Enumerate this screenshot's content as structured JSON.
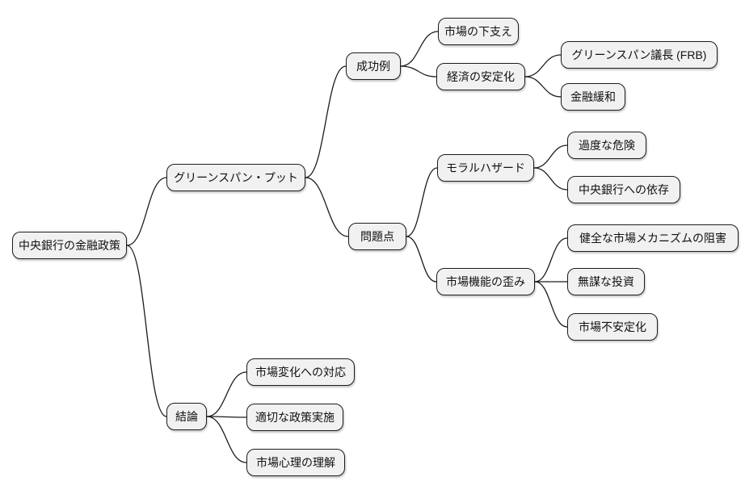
{
  "diagram": {
    "type": "mindmap",
    "colors": {
      "background": "#ffffff",
      "node_fill": "#f1f1f1",
      "node_border": "#1c1c1c",
      "edge": "#1c1c1c",
      "text": "#111111"
    },
    "tree": {
      "label": "中央銀行の金融政策",
      "children": [
        {
          "label": "グリーンスパン・プット",
          "children": [
            {
              "label": "成功例",
              "children": [
                {
                  "label": "市場の下支え",
                  "children": []
                },
                {
                  "label": "経済の安定化",
                  "children": [
                    {
                      "label": "グリーンスパン議長 (FRB)",
                      "children": []
                    },
                    {
                      "label": "金融緩和",
                      "children": []
                    }
                  ]
                }
              ]
            },
            {
              "label": "問題点",
              "children": [
                {
                  "label": "モラルハザード",
                  "children": [
                    {
                      "label": "過度な危険",
                      "children": []
                    },
                    {
                      "label": "中央銀行への依存",
                      "children": []
                    }
                  ]
                },
                {
                  "label": "市場機能の歪み",
                  "children": [
                    {
                      "label": "健全な市場メカニズムの阻害",
                      "children": []
                    },
                    {
                      "label": "無謀な投資",
                      "children": []
                    },
                    {
                      "label": "市場不安定化",
                      "children": []
                    }
                  ]
                }
              ]
            }
          ]
        },
        {
          "label": "結論",
          "children": [
            {
              "label": "市場変化への対応",
              "children": []
            },
            {
              "label": "適切な政策実施",
              "children": []
            },
            {
              "label": "市場心理の理解",
              "children": []
            }
          ]
        }
      ]
    }
  }
}
